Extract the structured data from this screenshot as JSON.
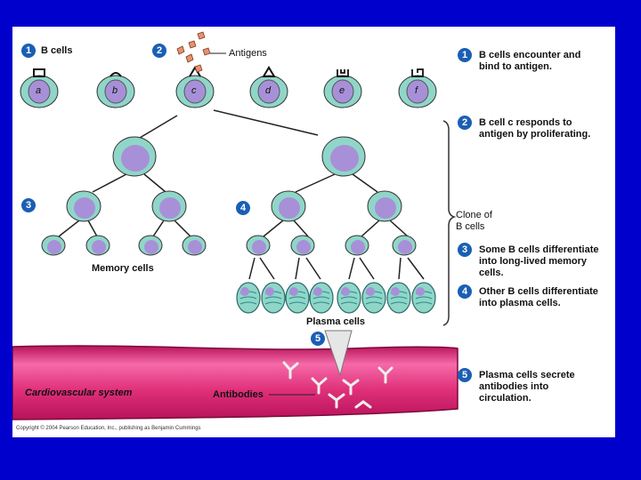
{
  "diagram": {
    "labels": {
      "b_cells": "B cells",
      "antigens": "Antigens",
      "memory_cells": "Memory cells",
      "plasma_cells": "Plasma cells",
      "clone_line1": "Clone of",
      "clone_line2": "B cells",
      "cardiovascular": "Cardiovascular system",
      "antibodies": "Antibodies"
    },
    "cell_letters": [
      "a",
      "b",
      "c",
      "d",
      "e",
      "f"
    ],
    "step_markers": [
      "1",
      "2",
      "3",
      "4",
      "5"
    ],
    "steps": [
      {
        "num": "1",
        "line1": "B cells encounter and",
        "line2": "bind to antigen.",
        "line3": ""
      },
      {
        "num": "2",
        "line1": "B cell c responds to",
        "line2": "antigen by proliferating.",
        "line3": ""
      },
      {
        "num": "3",
        "line1": "Some B cells differentiate",
        "line2": "into long-lived memory",
        "line3": "cells."
      },
      {
        "num": "4",
        "line1": "Other B cells differentiate",
        "line2": "into plasma cells.",
        "line3": ""
      },
      {
        "num": "5",
        "line1": "Plasma cells secrete",
        "line2": "antibodies into",
        "line3": "circulation."
      }
    ],
    "copyright": "Copyright © 2004 Pearson Education, Inc., publishing as Benjamin Cummings",
    "colors": {
      "background": "#0000cc",
      "cell_outer": "#8fd6c8",
      "cell_nucleus": "#a890d8",
      "vessel": "#e0307a",
      "marker": "#1a5fb4"
    }
  }
}
